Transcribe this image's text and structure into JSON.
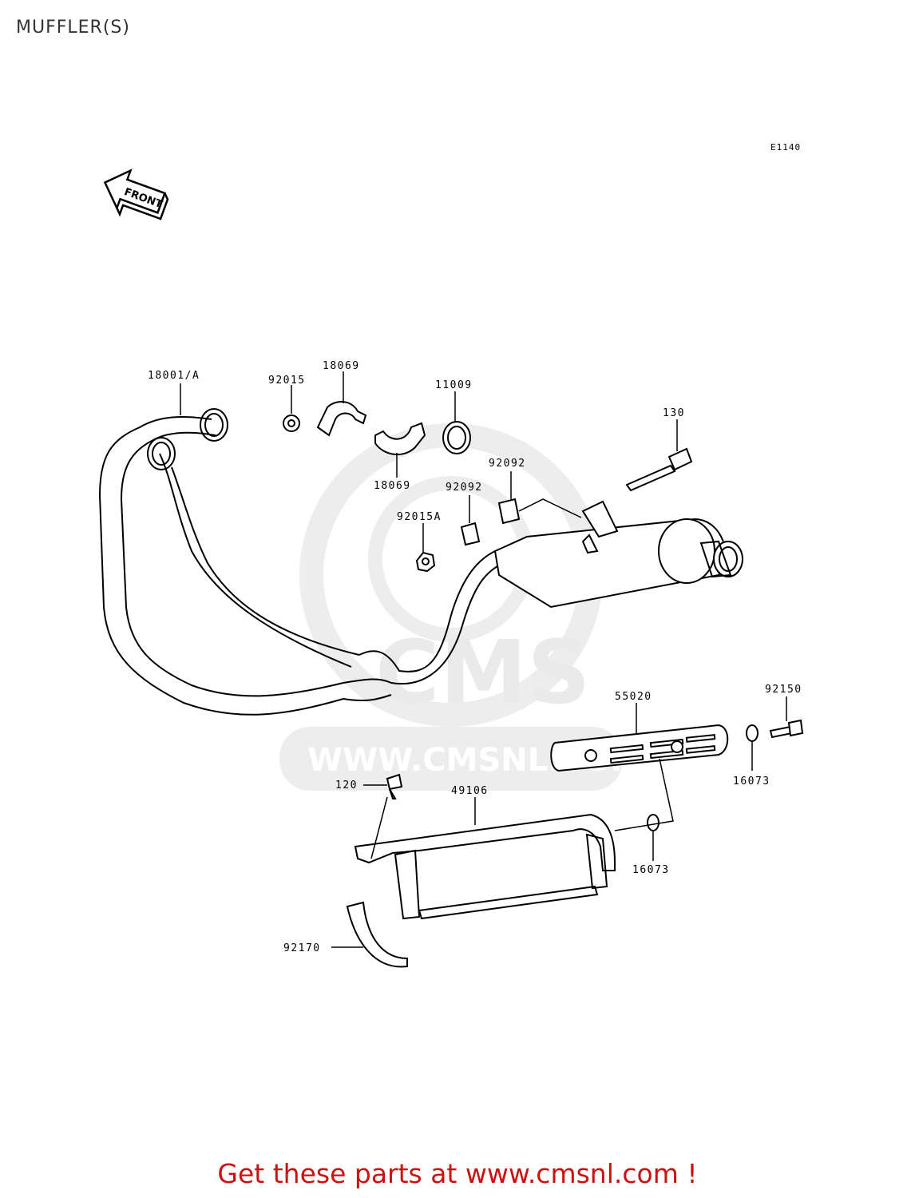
{
  "page": {
    "title": "MUFFLER(S)",
    "diagram_code": "E1140",
    "front_label": "FRONT",
    "footer": "Get these parts at www.cmsnl.com !"
  },
  "watermark": {
    "brand": "CMS",
    "url": "WWW.CMSNL.COM"
  },
  "parts": [
    {
      "number": "18001/A"
    },
    {
      "number": "92015"
    },
    {
      "number": "18069"
    },
    {
      "number": "11009"
    },
    {
      "number": "130"
    },
    {
      "number": "18069"
    },
    {
      "number": "92092"
    },
    {
      "number": "92092"
    },
    {
      "number": "92015A"
    },
    {
      "number": "55020"
    },
    {
      "number": "92150"
    },
    {
      "number": "16073"
    },
    {
      "number": "120"
    },
    {
      "number": "49106"
    },
    {
      "number": "16073"
    },
    {
      "number": "92170"
    }
  ],
  "colors": {
    "line": "#000000",
    "footer": "#cc1111",
    "watermark": "#e8e8e8"
  }
}
